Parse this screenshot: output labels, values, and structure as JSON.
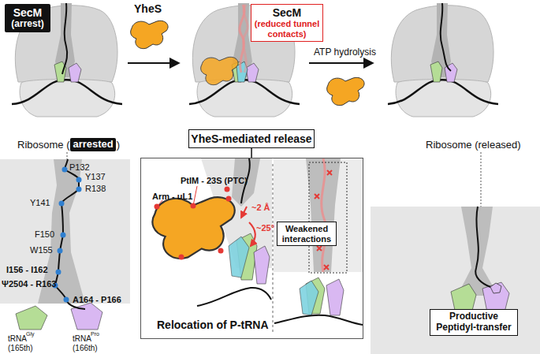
{
  "diagram": {
    "nodes": [
      {
        "text": [
          "SecM",
          "(arrest)"
        ]
      },
      {
        "text": [
          "SecM",
          "(reduced tunnel contacts)"
        ]
      },
      {
        "text": [
          "arrested"
        ]
      },
      {
        "text": [
          "YheS-mediated release"
        ]
      },
      {
        "text": [
          "PtIM - 23S (PTC)",
          "Arm - uL1",
          "~2 Å",
          "~25°",
          "Relocation of P-tRNA"
        ]
      },
      {
        "text": [
          "Weakened interactions"
        ],
        "in": 4
      },
      {
        "text": [
          "Productive Peptidyl-transfer"
        ]
      }
    ],
    "edges": [
      {
        "from": 3,
        "to": 4,
        "arrow": "none"
      }
    ],
    "labels": [
      "YheS",
      "ATP hydrolysis",
      "Ribosome (",
      ")",
      "Ribosome (released)",
      "P132",
      "Y137",
      "R138",
      "Y141",
      "F150",
      "W155",
      "I156 - I162",
      "Ψ2504 - R163",
      "A164 - P166",
      "tRNA",
      "Gly",
      "(165th)",
      "tRNA",
      "Pro",
      "(166th)"
    ]
  }
}
